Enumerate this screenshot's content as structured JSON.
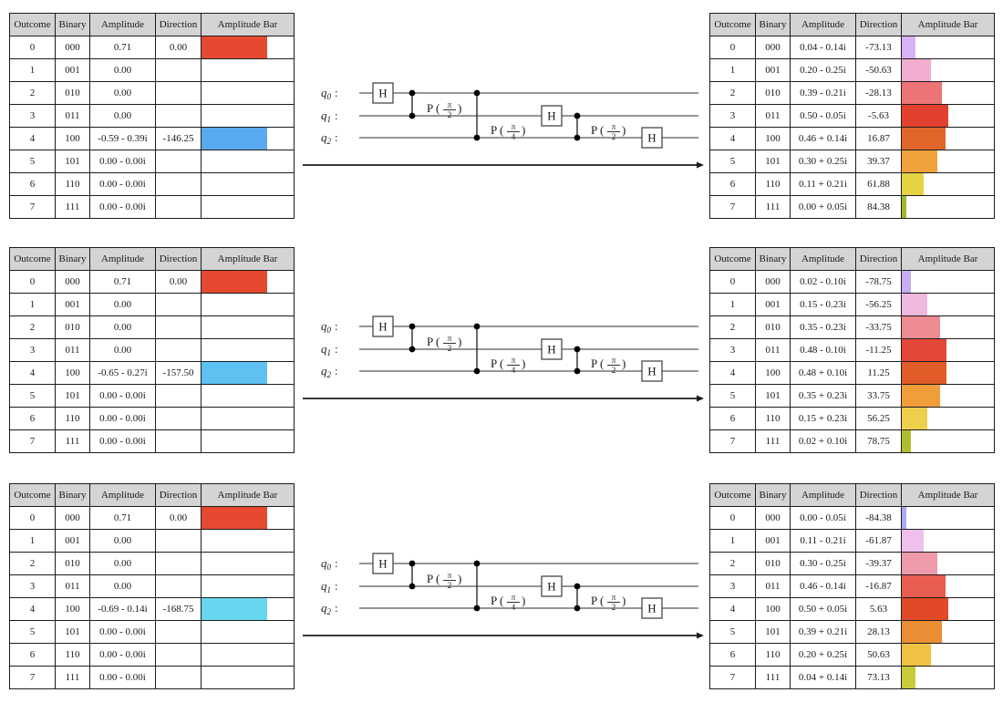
{
  "table_headers": [
    "Outcome",
    "Binary",
    "Amplitude",
    "Direction",
    "Amplitude Bar"
  ],
  "circuit": {
    "colon": ":",
    "qubits": [
      {
        "base": "q",
        "sub": "0"
      },
      {
        "base": "q",
        "sub": "1"
      },
      {
        "base": "q",
        "sub": "2"
      }
    ],
    "hadamard": "H",
    "phase_gates": [
      {
        "prefix": "P (",
        "num": "π",
        "den": "2",
        "close": ")"
      },
      {
        "prefix": "P (",
        "num": "π",
        "den": "4",
        "close": ")"
      },
      {
        "prefix": "P (",
        "num": "π",
        "den": "2",
        "close": ")"
      }
    ]
  },
  "panels": [
    {
      "left": {
        "rows": [
          {
            "outcome": "0",
            "binary": "000",
            "amplitude": "0.71",
            "direction": "0.00",
            "bar_color": "#e5492f",
            "bar_frac": 0.71
          },
          {
            "outcome": "1",
            "binary": "001",
            "amplitude": "0.00",
            "direction": "",
            "bar_color": null,
            "bar_frac": 0
          },
          {
            "outcome": "2",
            "binary": "010",
            "amplitude": "0.00",
            "direction": "",
            "bar_color": null,
            "bar_frac": 0
          },
          {
            "outcome": "3",
            "binary": "011",
            "amplitude": "0.00",
            "direction": "",
            "bar_color": null,
            "bar_frac": 0
          },
          {
            "outcome": "4",
            "binary": "100",
            "amplitude": "-0.59 - 0.39i",
            "direction": "-146.25",
            "bar_color": "#59a9f0",
            "bar_frac": 0.71
          },
          {
            "outcome": "5",
            "binary": "101",
            "amplitude": "0.00 - 0.00i",
            "direction": "",
            "bar_color": null,
            "bar_frac": 0
          },
          {
            "outcome": "6",
            "binary": "110",
            "amplitude": "0.00 - 0.00i",
            "direction": "",
            "bar_color": null,
            "bar_frac": 0
          },
          {
            "outcome": "7",
            "binary": "111",
            "amplitude": "0.00 - 0.00i",
            "direction": "",
            "bar_color": null,
            "bar_frac": 0
          }
        ]
      },
      "right": {
        "rows": [
          {
            "outcome": "0",
            "binary": "000",
            "amplitude": "0.04 - 0.14i",
            "direction": "-73.13",
            "bar_color": "#d7b3f6",
            "bar_frac": 0.15
          },
          {
            "outcome": "1",
            "binary": "001",
            "amplitude": "0.20 - 0.25i",
            "direction": "-50.63",
            "bar_color": "#f2aed1",
            "bar_frac": 0.32
          },
          {
            "outcome": "2",
            "binary": "010",
            "amplitude": "0.39 - 0.21i",
            "direction": "-28.13",
            "bar_color": "#ec7476",
            "bar_frac": 0.44
          },
          {
            "outcome": "3",
            "binary": "011",
            "amplitude": "0.50 - 0.05i",
            "direction": "-5.63",
            "bar_color": "#e24130",
            "bar_frac": 0.5
          },
          {
            "outcome": "4",
            "binary": "100",
            "amplitude": "0.46 + 0.14i",
            "direction": "16.87",
            "bar_color": "#e0662a",
            "bar_frac": 0.48
          },
          {
            "outcome": "5",
            "binary": "101",
            "amplitude": "0.30 + 0.25i",
            "direction": "39.37",
            "bar_color": "#f0a33c",
            "bar_frac": 0.39
          },
          {
            "outcome": "6",
            "binary": "110",
            "amplitude": "0.11 + 0.21i",
            "direction": "61.88",
            "bar_color": "#e6d341",
            "bar_frac": 0.24
          },
          {
            "outcome": "7",
            "binary": "111",
            "amplitude": "0.00 + 0.05i",
            "direction": "84.38",
            "bar_color": "#9eba2e",
            "bar_frac": 0.05
          }
        ]
      }
    },
    {
      "left": {
        "rows": [
          {
            "outcome": "0",
            "binary": "000",
            "amplitude": "0.71",
            "direction": "0.00",
            "bar_color": "#e5492f",
            "bar_frac": 0.71
          },
          {
            "outcome": "1",
            "binary": "001",
            "amplitude": "0.00",
            "direction": "",
            "bar_color": null,
            "bar_frac": 0
          },
          {
            "outcome": "2",
            "binary": "010",
            "amplitude": "0.00",
            "direction": "",
            "bar_color": null,
            "bar_frac": 0
          },
          {
            "outcome": "3",
            "binary": "011",
            "amplitude": "0.00",
            "direction": "",
            "bar_color": null,
            "bar_frac": 0
          },
          {
            "outcome": "4",
            "binary": "100",
            "amplitude": "-0.65 - 0.27i",
            "direction": "-157.50",
            "bar_color": "#5fc0f2",
            "bar_frac": 0.71
          },
          {
            "outcome": "5",
            "binary": "101",
            "amplitude": "0.00 - 0.00i",
            "direction": "",
            "bar_color": null,
            "bar_frac": 0
          },
          {
            "outcome": "6",
            "binary": "110",
            "amplitude": "0.00 - 0.00i",
            "direction": "",
            "bar_color": null,
            "bar_frac": 0
          },
          {
            "outcome": "7",
            "binary": "111",
            "amplitude": "0.00 - 0.00i",
            "direction": "",
            "bar_color": null,
            "bar_frac": 0
          }
        ]
      },
      "right": {
        "rows": [
          {
            "outcome": "0",
            "binary": "000",
            "amplitude": "0.02 - 0.10i",
            "direction": "-78.75",
            "bar_color": "#c7aef5",
            "bar_frac": 0.1
          },
          {
            "outcome": "1",
            "binary": "001",
            "amplitude": "0.15 - 0.23i",
            "direction": "-56.25",
            "bar_color": "#efb9de",
            "bar_frac": 0.28
          },
          {
            "outcome": "2",
            "binary": "010",
            "amplitude": "0.35 - 0.23i",
            "direction": "-33.75",
            "bar_color": "#ec8b91",
            "bar_frac": 0.42
          },
          {
            "outcome": "3",
            "binary": "011",
            "amplitude": "0.48 - 0.10i",
            "direction": "-11.25",
            "bar_color": "#e44839",
            "bar_frac": 0.49
          },
          {
            "outcome": "4",
            "binary": "100",
            "amplitude": "0.48 + 0.10i",
            "direction": "11.25",
            "bar_color": "#e05c28",
            "bar_frac": 0.49
          },
          {
            "outcome": "5",
            "binary": "101",
            "amplitude": "0.35 + 0.23i",
            "direction": "33.75",
            "bar_color": "#ef9e3a",
            "bar_frac": 0.42
          },
          {
            "outcome": "6",
            "binary": "110",
            "amplitude": "0.15 + 0.23i",
            "direction": "56.25",
            "bar_color": "#eecf4b",
            "bar_frac": 0.28
          },
          {
            "outcome": "7",
            "binary": "111",
            "amplitude": "0.02 + 0.10i",
            "direction": "78.75",
            "bar_color": "#b1bd30",
            "bar_frac": 0.1
          }
        ]
      }
    },
    {
      "left": {
        "rows": [
          {
            "outcome": "0",
            "binary": "000",
            "amplitude": "0.71",
            "direction": "0.00",
            "bar_color": "#e5492f",
            "bar_frac": 0.71
          },
          {
            "outcome": "1",
            "binary": "001",
            "amplitude": "0.00",
            "direction": "",
            "bar_color": null,
            "bar_frac": 0
          },
          {
            "outcome": "2",
            "binary": "010",
            "amplitude": "0.00",
            "direction": "",
            "bar_color": null,
            "bar_frac": 0
          },
          {
            "outcome": "3",
            "binary": "011",
            "amplitude": "0.00",
            "direction": "",
            "bar_color": null,
            "bar_frac": 0
          },
          {
            "outcome": "4",
            "binary": "100",
            "amplitude": "-0.69 - 0.14i",
            "direction": "-168.75",
            "bar_color": "#67d7f0",
            "bar_frac": 0.71
          },
          {
            "outcome": "5",
            "binary": "101",
            "amplitude": "0.00 - 0.00i",
            "direction": "",
            "bar_color": null,
            "bar_frac": 0
          },
          {
            "outcome": "6",
            "binary": "110",
            "amplitude": "0.00 - 0.00i",
            "direction": "",
            "bar_color": null,
            "bar_frac": 0
          },
          {
            "outcome": "7",
            "binary": "111",
            "amplitude": "0.00 - 0.00i",
            "direction": "",
            "bar_color": null,
            "bar_frac": 0
          }
        ]
      },
      "right": {
        "rows": [
          {
            "outcome": "0",
            "binary": "000",
            "amplitude": "0.00 - 0.05i",
            "direction": "-84.38",
            "bar_color": "#a9aaf3",
            "bar_frac": 0.05
          },
          {
            "outcome": "1",
            "binary": "001",
            "amplitude": "0.11 - 0.21i",
            "direction": "-61.87",
            "bar_color": "#eec0eb",
            "bar_frac": 0.24
          },
          {
            "outcome": "2",
            "binary": "010",
            "amplitude": "0.30 - 0.25i",
            "direction": "-39.37",
            "bar_color": "#ee9aaa",
            "bar_frac": 0.39
          },
          {
            "outcome": "3",
            "binary": "011",
            "amplitude": "0.46 - 0.14i",
            "direction": "-16.87",
            "bar_color": "#e95c51",
            "bar_frac": 0.48
          },
          {
            "outcome": "4",
            "binary": "100",
            "amplitude": "0.50 + 0.05i",
            "direction": "5.63",
            "bar_color": "#e04a26",
            "bar_frac": 0.5
          },
          {
            "outcome": "5",
            "binary": "101",
            "amplitude": "0.39 + 0.21i",
            "direction": "28.13",
            "bar_color": "#ea8d35",
            "bar_frac": 0.44
          },
          {
            "outcome": "6",
            "binary": "110",
            "amplitude": "0.20 + 0.25i",
            "direction": "50.63",
            "bar_color": "#f0c244",
            "bar_frac": 0.32
          },
          {
            "outcome": "7",
            "binary": "111",
            "amplitude": "0.04 + 0.14i",
            "direction": "73.13",
            "bar_color": "#c9cb39",
            "bar_frac": 0.15
          }
        ]
      }
    }
  ]
}
